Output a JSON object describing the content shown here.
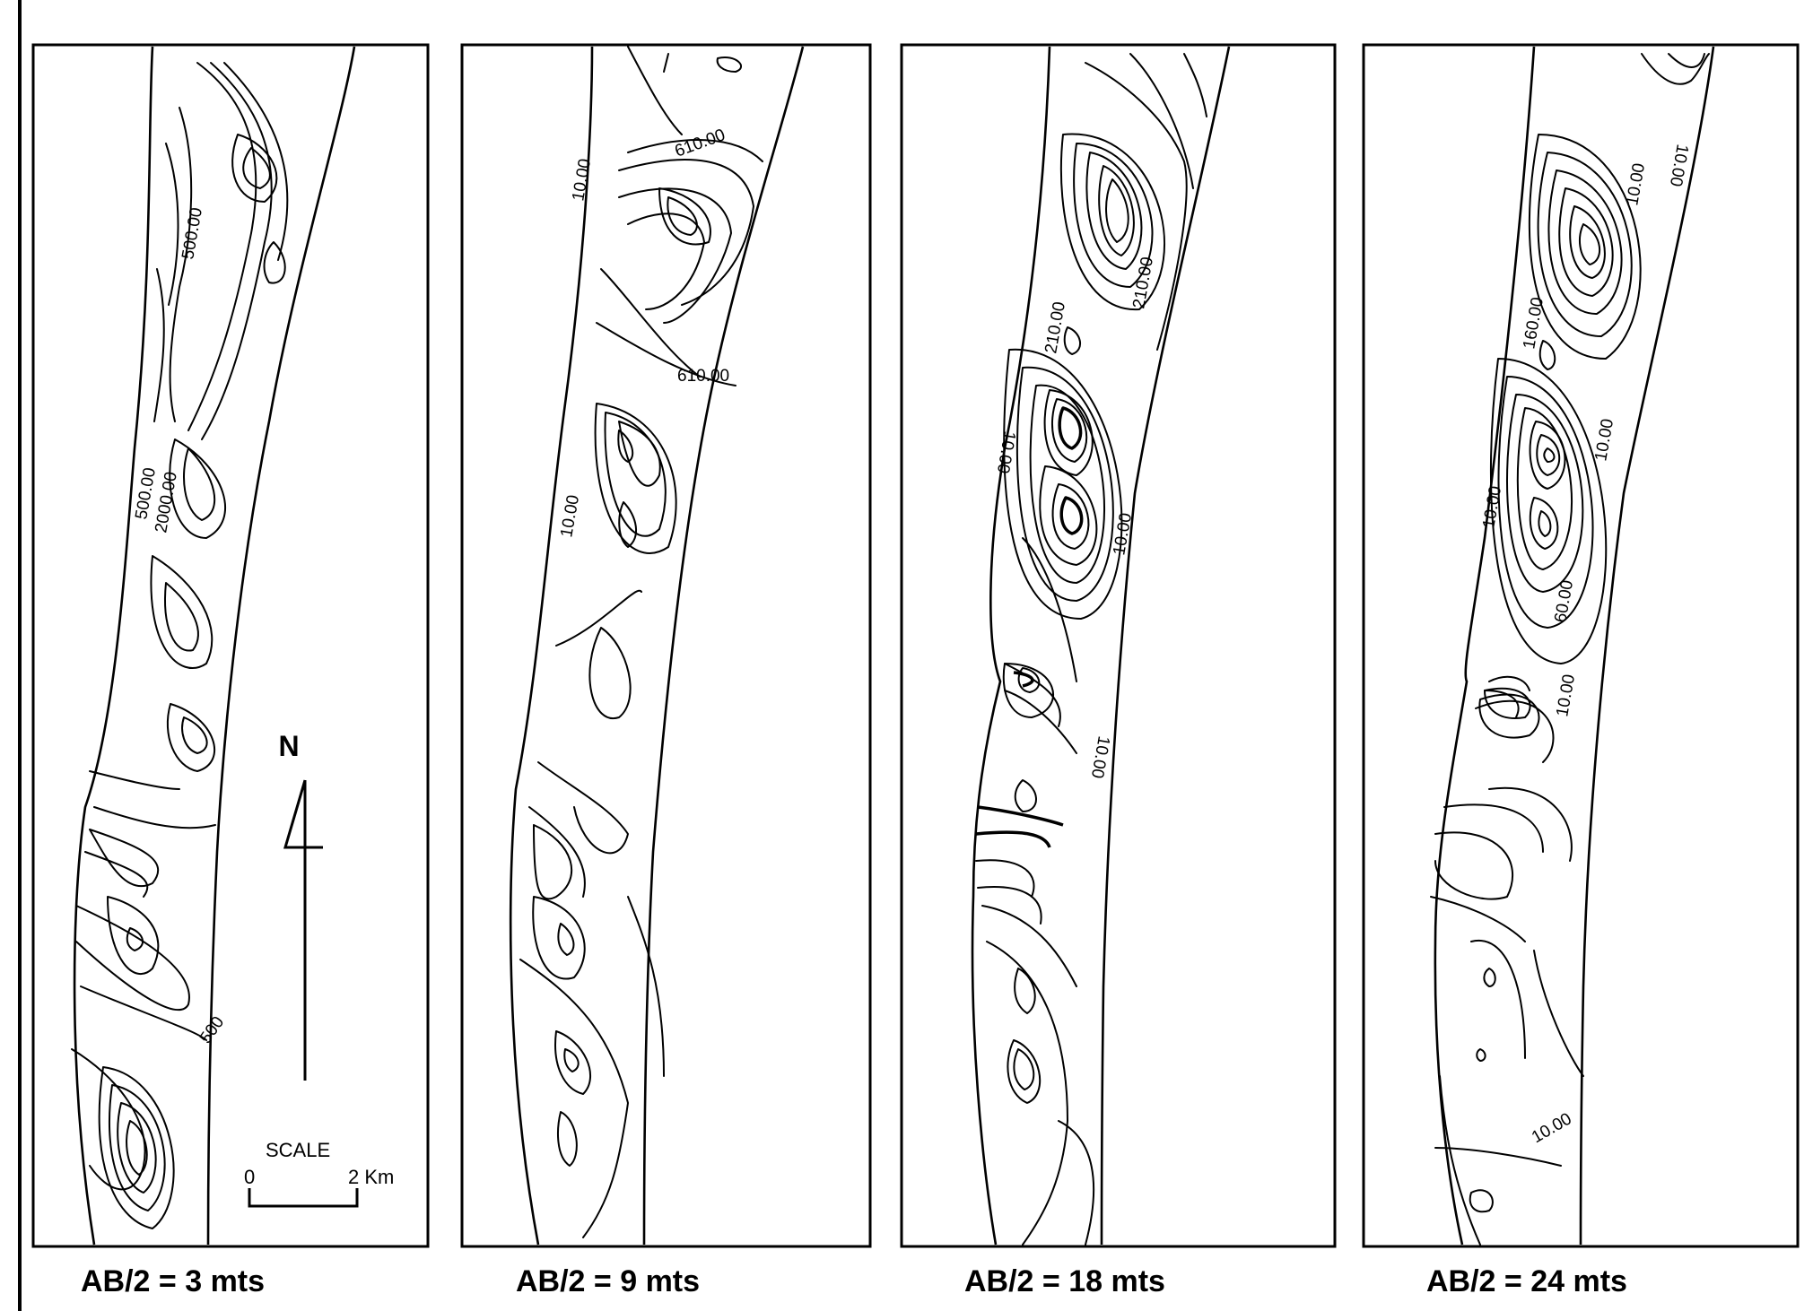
{
  "panels": [
    {
      "caption": "AB/2 = 3 mts",
      "contour_labels": [
        "500.00",
        "500.00",
        "2000.00",
        "500"
      ]
    },
    {
      "caption": "AB/2 = 9 mts",
      "contour_labels": [
        "10.00",
        "610.00",
        "610.00",
        "10.00"
      ]
    },
    {
      "caption": "AB/2 = 18 mts",
      "contour_labels": [
        "210.00",
        "210.00",
        "10.00",
        "10.00",
        "10.00"
      ]
    },
    {
      "caption": "AB/2 = 24 mts",
      "contour_labels": [
        "10.00",
        "160.00",
        "10.00",
        "10.00",
        "60.00",
        "10.00",
        "10.00",
        "10.00"
      ]
    }
  ],
  "north_arrow": {
    "label": "N"
  },
  "scale_bar": {
    "title": "SCALE",
    "start": "0",
    "end": "2 Km"
  }
}
